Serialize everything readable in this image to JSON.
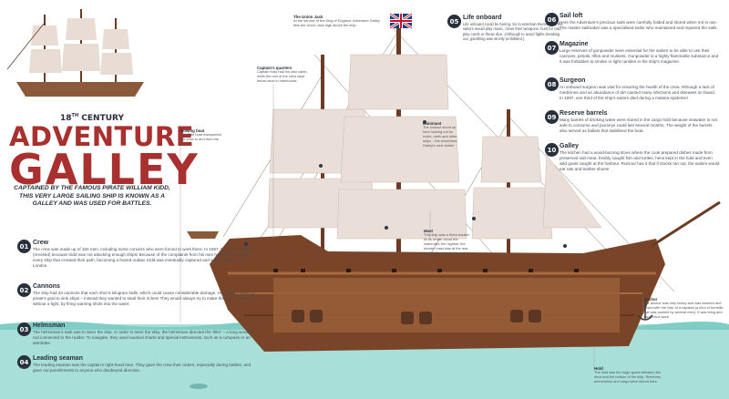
{
  "title": {
    "century": "18",
    "century_sup": "TH",
    "century_word": "CENTURY",
    "line1": "ADVENTURE",
    "line2": "GALLEY",
    "subtitle": "CAPTAINED BY THE FAMOUS PIRATE WILLIAM KIDD, THIS VERY LARGE SAILING SHIP IS KNOWN AS A GALLEY AND WAS USED FOR BATTLES."
  },
  "left_items": [
    {
      "num": "01",
      "title": "Crew",
      "text": "The crew was made up of 150 men, including some convicts who were forced to work there. In 1697, the crew mutinied (revolted) because Kidd was not attacking enough ships! Because of the complaints from his men he started to attack every ship that crossed their path, becoming a feared outlaw. Kidd was eventually captured and was hanged in 1701 in London."
    },
    {
      "num": "02",
      "title": "Cannons",
      "text": "The ship had 34 cannons that each shot 5 kilogram balls, which could cause considerable damage. However, it wasn't a pirate's goal to sink ships – instead they wanted to steal their riches! They would always try to make their victims surrender without a fight, by firing warning shots into the water."
    },
    {
      "num": "03",
      "title": "Helmsman",
      "text": "The helmsman's task was to steer the ship. In order to steer the ship, the helmsman directed the 'tiller' – a long wooden rod connected to the rudder. To navigate, they used nautical charts and special instruments, such as a compass or an astrolabe."
    },
    {
      "num": "04",
      "title": "Leading seaman",
      "text": "The leading seaman was the captain's right-hand man. They gave the crew their orders, especially during battles, and gave out punishments to anyone who disobeyed direction."
    }
  ],
  "right_items": [
    {
      "num": "05",
      "title": "Life onboard",
      "text": "Life onboard could be boring. So to entertain themselves the sailors would play music, clean their weapons, hunt for rats, play cards or throw dice. (Although to avoid fights breaking out, gambling was strictly prohibited.)"
    },
    {
      "num": "06",
      "title": "Sail loft",
      "text": "Here the Adventure's precious sails were carefully folded and stored when not in use. The master sailmaker was a specialised sailor who maintained and repaired the sails."
    },
    {
      "num": "07",
      "title": "Magazine",
      "text": "Large reserves of gunpowder were essential for the sailors to be able to use their cannons, pistols, rifles and muskets. Gunpowder is a highly flammable substance and it was forbidden to smoke or light candles in the ship's magazine."
    },
    {
      "num": "08",
      "title": "Surgeon",
      "text": "An onboard surgeon was vital for ensuring the health of the crew. Although a lack of medicines and an abundance of dirt caused many infections and diseases on board. In 1697, one third of the ship's sailors died during a malaria epidemic!"
    },
    {
      "num": "09",
      "title": "Reserve barrels",
      "text": "Many barrels of drinking water were stored in the cargo hold because seawater is not safe to consume and journeys could last several months. The weight of the barrels also served as ballast that stabilised the boat."
    },
    {
      "num": "10",
      "title": "Galley",
      "text": "The kitchen had a wood-burning stove where the cook prepared dishes made from preserved salt meat, freshly caught fish and turtles, hens kept in the hold and even wild goats caught at the harbour. Rumour has it that if stocks ran out, the sailors would eat rats and leather shoes!"
    }
  ],
  "callouts": {
    "union_jack": {
      "title": "The Union Jack",
      "text": "At the service of the King of England, Adventure Galley flew the Union Jack high above the ship."
    },
    "captains_quarters": {
      "title": "Captain's quarters",
      "text": "Captain Kidd had his own cabin, while the rest of the crew slept below deck in hammocks."
    },
    "rowing_boat": {
      "title": "Rowing boat",
      "text": "This little boat transported the crew to and from the shore."
    },
    "mainmast": {
      "title": "Mainmast",
      "text": "The lookout stood up here looking out for rocks, reefs and other ships – the Adventure Galley's next victim!"
    },
    "mast": {
      "title": "Mast",
      "text": "This ship was a three-master. At its center stood the mainmast, the highest; the mizzen mast was at the rear and the foremast was at the front."
    },
    "anchor": {
      "title": "Anchor",
      "text": "The anchor was very heavy and was lowered and raised with the help of a capstan (a kind of turnstile that was pushed by several men). It was tiring and dangerous work."
    },
    "hold": {
      "title": "Hold",
      "text": "The hold was the huge space between the deck and the bottom of the ship. Reserves, ammunition and cargo were stored here."
    }
  },
  "colors": {
    "red": "#a8312f",
    "navy": "#27303b",
    "sea": "#9fd8d2",
    "hull": "#6b3b24",
    "sail": "#e9ddd6"
  }
}
